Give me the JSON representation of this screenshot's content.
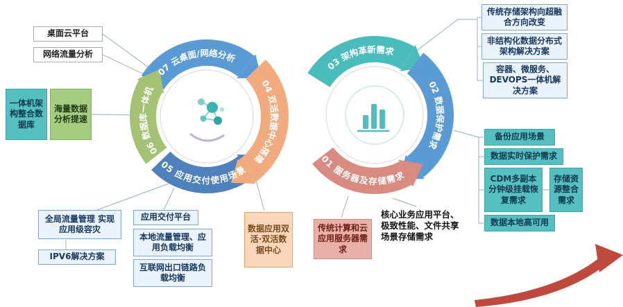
{
  "arcs": {
    "a07": "07 云桌面/网络分析",
    "a06": "06 数据库一体机",
    "a05": "05 应用交付使用场景",
    "a04": "04 双活数据中心搭建",
    "a03": "03 架构革新需求",
    "a02": "02 数据保护需求",
    "a01": "01 服务器及存储需求"
  },
  "callouts": {
    "desktop_cloud": "桌面云平台",
    "network_traffic_analysis": "网络流量分析",
    "allinone_architecture_db": "一体机架构整合数据库",
    "mass_data_analysis": "海量数据分析提速",
    "global_traffic_mgmt": "全局流量管理 实现应用级容灾",
    "ipv6_solution": "IPV6解决方案",
    "app_delivery_platform": "应用交付平台",
    "local_traffic_mgmt": "本地流量管理、应用负载均衡",
    "internet_link_lb": "互联网出口链路负载均衡",
    "data_app_dual_active": "数据应用双活·双活数据中心",
    "traditional_cloud_server": "传统计算和云应用服务器需求",
    "core_business_storage": "核心业务应用平台、极致性能、文件共享场景存储需求",
    "storage_to_hci": "传统存储架构向超融合方向改变",
    "unstructured_distributed": "非结构化数据分布式架构解决方案",
    "container_devops": "容器、微服务、DEVOPS一体机解决方案",
    "backup_scenario": "备份应用场景",
    "realtime_protection": "数据实时保护需求",
    "cdm_recovery": "CDM多副本分钟级挂载恢复需求",
    "storage_consolidation": "存储资源整合需求",
    "local_ha": "数据本地高可用"
  },
  "colors": {
    "arc_blue": "#5b9bd5",
    "arc_blue_dark": "#4f81bd",
    "arc_green": "#a3c273",
    "arc_orange": "#f2ab7e",
    "arc_teal": "#4bbcbc",
    "arc_salmon": "#d98b82",
    "swoosh_red": "#c0493e",
    "icon_teal": "#53bcbc",
    "icon_purple": "#b4a2d8"
  },
  "icons": {
    "left_center": "molecule-icon",
    "right_center": "bar-chart-icon",
    "bottom_right": "swoosh-arrow-icon"
  }
}
